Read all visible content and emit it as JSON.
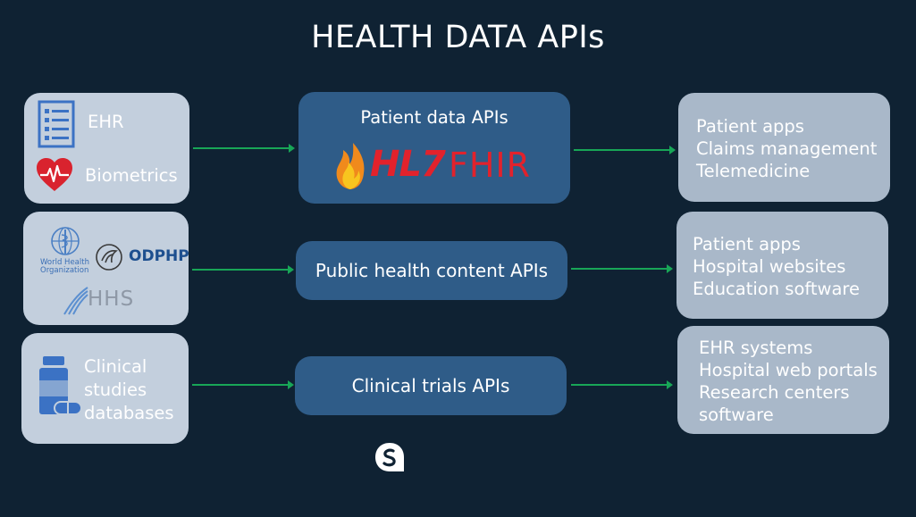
{
  "title": "HEALTH DATA APIs",
  "colors": {
    "background": "#0f2233",
    "source_box": "#c3cfdd",
    "api_box": "#2f5c88",
    "consumer_box": "#a9b8c9",
    "arrow": "#18a657",
    "icon_blue": "#3b72c4",
    "heart_red": "#d9232e",
    "fhir_red": "#e2222c"
  },
  "rows": [
    {
      "sources": {
        "ehr_label": "EHR",
        "ehr_icon": "document-list-icon",
        "biometrics_label": "Biometrics",
        "biometrics_icon": "heart-pulse-icon"
      },
      "api": {
        "label": "Patient data APIs",
        "logo_text_hl7": "HL7",
        "logo_text_fhir": "FHIR",
        "logo_icon": "flame-icon"
      },
      "consumers": [
        "Patient apps",
        "Claims management",
        "Telemedicine"
      ]
    },
    {
      "sources": {
        "who_text": "World Health Organization",
        "odphp_text": "ODPHP",
        "hhs_text": "HHS",
        "who_icon": "who-emblem-icon",
        "hhs_eagle_icon": "hhs-eagle-icon"
      },
      "api": {
        "label": "Public health content APIs"
      },
      "consumers": [
        "Patient apps",
        "Hospital websites",
        "Education software"
      ]
    },
    {
      "sources": {
        "label_lines": [
          "Clinical",
          "studies",
          "databases"
        ],
        "icon": "pill-bottle-icon"
      },
      "api": {
        "label": "Clinical trials APIs"
      },
      "consumers": [
        "EHR systems",
        "Hospital web portals",
        "Research centers",
        "software"
      ]
    }
  ],
  "footer_logo_icon": "brand-logo-icon"
}
